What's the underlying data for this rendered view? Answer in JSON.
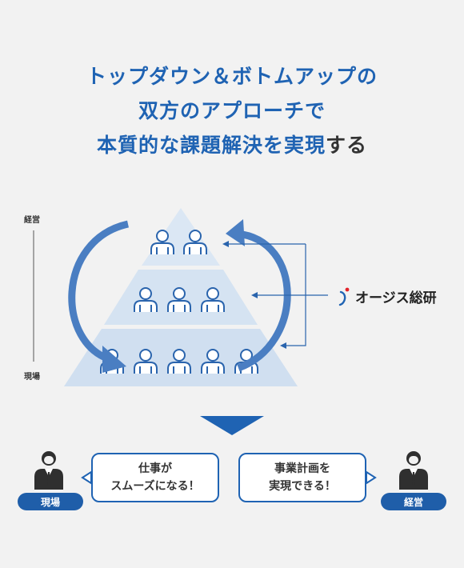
{
  "title": {
    "line1": "トップダウン＆ボトムアップの",
    "line2": "双方のアプローチで",
    "line3_blue": "本質的な課題解決を実現",
    "line3_dark": "する"
  },
  "axis": {
    "top_label": "経営",
    "bottom_label": "現場"
  },
  "company": {
    "name": "オージス総研"
  },
  "bubbles": {
    "left": {
      "line1": "仕事が",
      "line2": "スムーズになる！"
    },
    "right": {
      "line1": "事業計画を",
      "line2": "実現できる！"
    }
  },
  "badges": {
    "left": "現場",
    "right": "経営"
  },
  "colors": {
    "accent_blue": "#1f63b3",
    "arrow_blue": "#4a7ec2",
    "pyramid_fill": "#d8e5f3",
    "badge_blue": "#1f5ea9",
    "text_dark": "#333333"
  }
}
